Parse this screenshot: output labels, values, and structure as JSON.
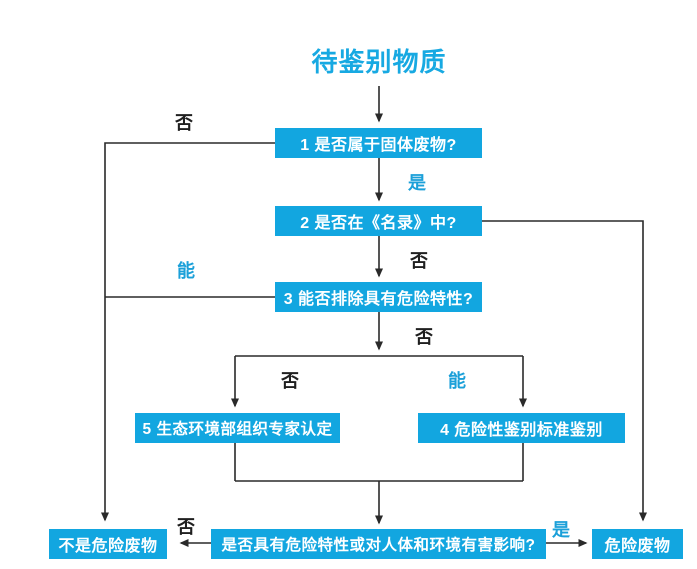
{
  "title": "待鉴别物质",
  "nodes": {
    "n1": "1 是否属于固体废物?",
    "n2": "2 是否在《名录》中?",
    "n3": "3 能否排除具有危险特性?",
    "n5": "5 生态环境部组织专家认定",
    "n4": "4 危险性鉴别标准鉴别",
    "question": "是否具有危险特性或对人体和环境有害影响?",
    "not_hazardous": "不是危险废物",
    "hazardous": "危险废物"
  },
  "labels": {
    "no_from_n1": "否",
    "yes_from_n1": "是",
    "no_from_n2": "否",
    "can_from_n3": "能",
    "no_from_n3": "否",
    "no_to_n5": "否",
    "can_to_n4": "能",
    "no_from_question": "否",
    "yes_from_question": "是"
  },
  "colors": {
    "node_background": "#12a6e0",
    "node_text": "#ffffff",
    "title_accent": "#17a9e2",
    "label_accent": "#1ba0d9",
    "label_dark": "#1f1f1f",
    "connector": "#2a2a2a",
    "background": "#ffffff"
  }
}
